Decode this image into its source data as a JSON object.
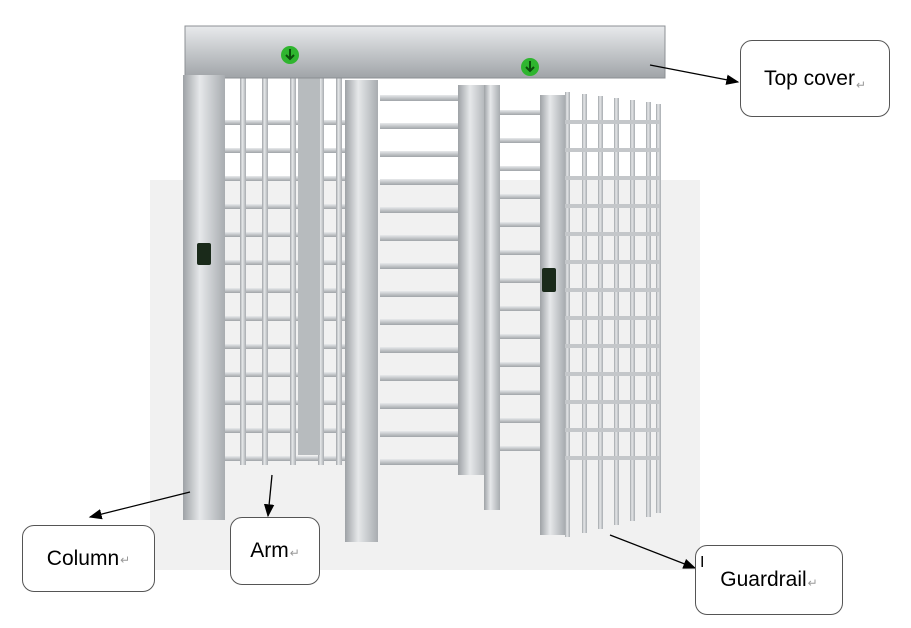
{
  "title": "Full height turnstile components",
  "labels": {
    "top_cover": "Top cover",
    "column": "Column",
    "arm": "Arm",
    "guardrail": "Guardrail",
    "paragraph_mark": "↵",
    "text_cursor": "I"
  },
  "colors": {
    "steel": "#c9ccce",
    "steel_dark": "#9a9ea2",
    "indicator_green": "#2fb52f",
    "background_panel": "#f0f0f0"
  }
}
